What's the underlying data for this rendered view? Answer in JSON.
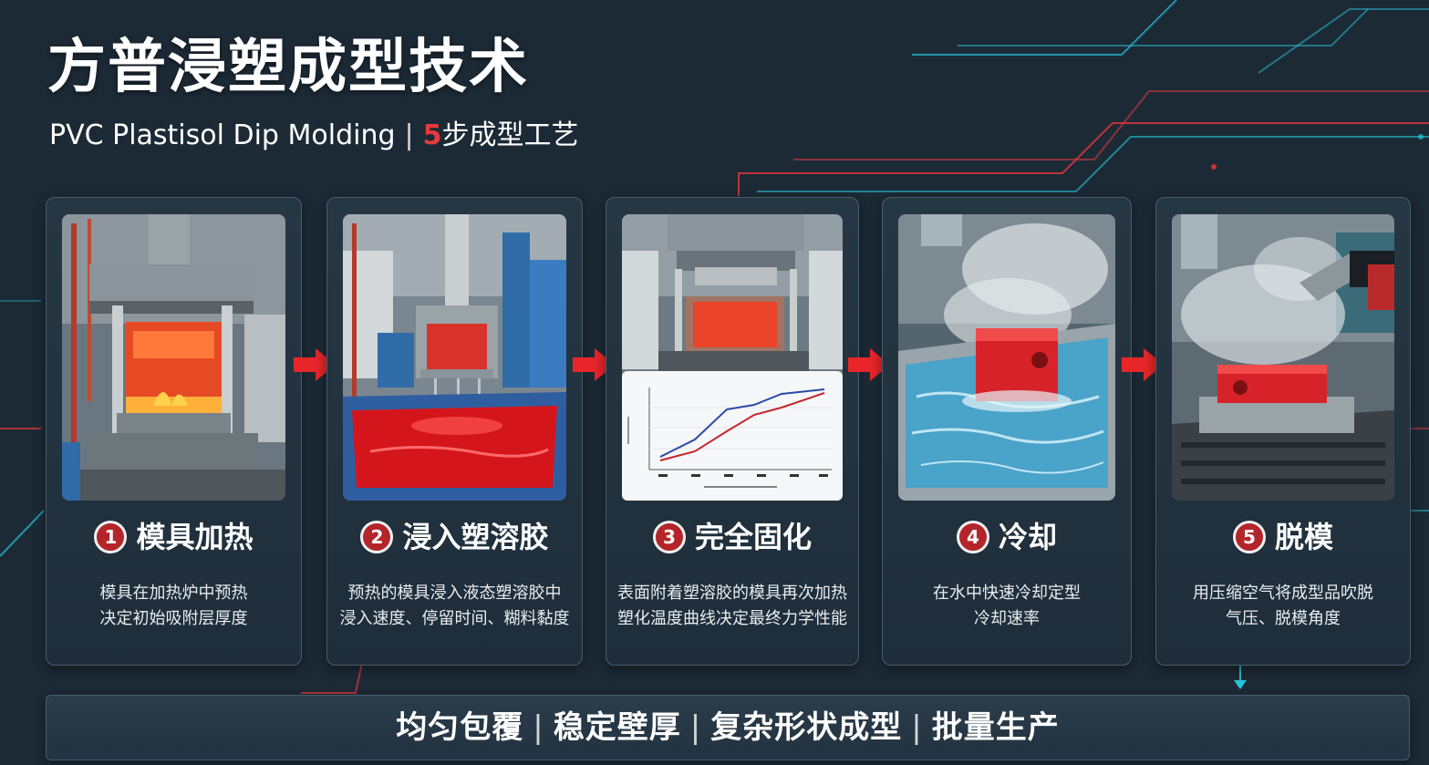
{
  "header": {
    "title": "方普浸塑成型技术",
    "subtitle_en": "PVC Plastisol Dip Molding",
    "subtitle_separator": "|",
    "subtitle_step_count": "5",
    "subtitle_cn": "步成型工艺"
  },
  "steps": [
    {
      "number": "1",
      "title": "模具加热",
      "desc_line1": "模具在加热炉中预热",
      "desc_line2": "决定初始吸附层厚度"
    },
    {
      "number": "2",
      "title": "浸入塑溶胶",
      "desc_line1": "预热的模具浸入液态塑溶胶中",
      "desc_line2": "浸入速度、停留时间、糊料黏度"
    },
    {
      "number": "3",
      "title": "完全固化",
      "desc_line1": "表面附着塑溶胶的模具再次加热",
      "desc_line2": "塑化温度曲线决定最终力学性能"
    },
    {
      "number": "4",
      "title": "冷却",
      "desc_line1": "在水中快速冷却定型",
      "desc_line2": "冷却速率"
    },
    {
      "number": "5",
      "title": "脱模",
      "desc_line1": "用压缩空气将成型品吹脱",
      "desc_line2": "气压、脱模角度"
    }
  ],
  "footer": {
    "items": [
      "均匀包覆",
      "稳定壁厚",
      "复杂形状成型",
      "批量生产"
    ],
    "separator": "|"
  },
  "colors": {
    "background": "#1c2a36",
    "accent_red": "#e8383b",
    "accent_cyan": "#27c4d9",
    "card_border": "#4a5d6c"
  }
}
